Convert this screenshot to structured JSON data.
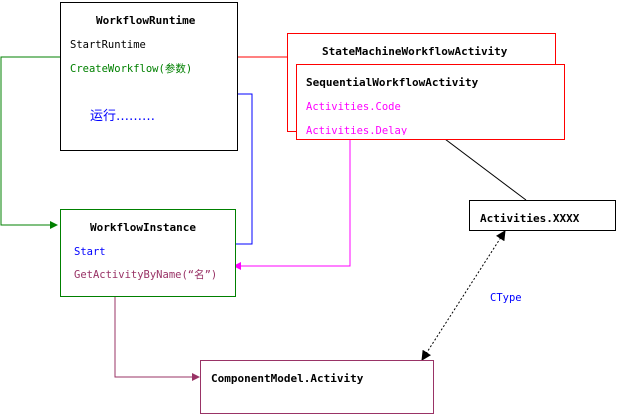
{
  "workflow_runtime": {
    "title": "WorkflowRuntime",
    "item_start": "StartRuntime",
    "item_create": "CreateWorkflow(参数)",
    "item_run": "运行………"
  },
  "state_machine": {
    "title": "StateMachineWorkflowActivity"
  },
  "sequential": {
    "title": "SequentialWorkflowActivity",
    "item_code": "Activities.Code",
    "item_delay": "Activities.Delay"
  },
  "workflow_instance": {
    "title": "WorkflowInstance",
    "item_start": "Start",
    "item_get": "GetActivityByName(“名”)"
  },
  "activities_xxxx": {
    "title": "Activities.XXXX"
  },
  "component_model": {
    "title": "ComponentModel.Activity"
  },
  "edge_ctype": {
    "label": "CType"
  },
  "colors": {
    "black": "#000000",
    "red": "#ff0000",
    "green": "#008000",
    "blue": "#0000ff",
    "magenta": "#ff00ff",
    "plum": "#993366"
  }
}
